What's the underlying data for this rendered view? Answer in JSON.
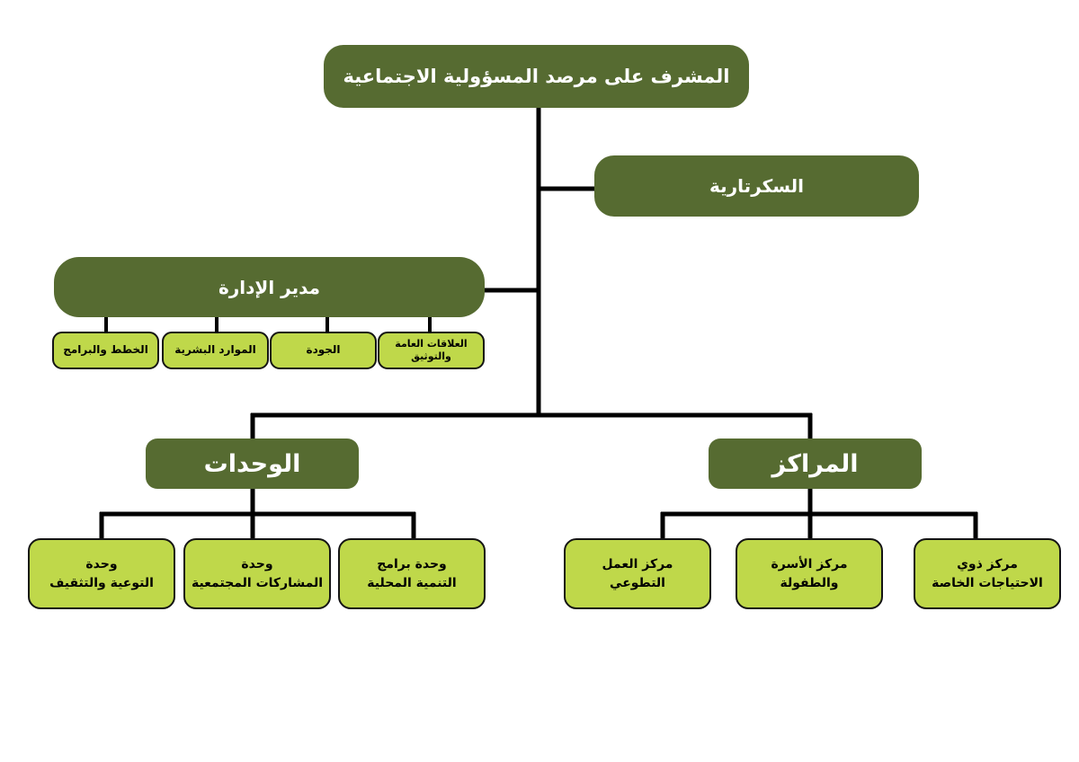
{
  "org_chart": {
    "supervisor": "المشرف على مرصد المسؤولية الاجتماعية",
    "secretariat": "السكرتارية",
    "admin_director": {
      "title": "مدير الإدارة",
      "sections": [
        {
          "lines": [
            "العلاقات العامة",
            "والتوثيق"
          ]
        },
        {
          "lines": [
            "الجودة"
          ]
        },
        {
          "lines": [
            "الموارد البشرية"
          ]
        },
        {
          "lines": [
            "الخطط والبرامج"
          ]
        }
      ]
    },
    "units": {
      "title": "الوحدات",
      "items": [
        {
          "lines": [
            "وحدة برامج",
            "التنمية المحلية"
          ]
        },
        {
          "lines": [
            "وحدة",
            "المشاركات المجتمعية"
          ]
        },
        {
          "lines": [
            "وحدة",
            "التوعية والتثقيف"
          ]
        }
      ]
    },
    "centers": {
      "title": "المراكز",
      "items": [
        {
          "lines": [
            "مركز ذوي",
            "الاحتياجات الخاصة"
          ]
        },
        {
          "lines": [
            "مركز الأسرة",
            "والطفولة"
          ]
        },
        {
          "lines": [
            "مركز العمل",
            "التطوعي"
          ]
        }
      ]
    }
  },
  "colors": {
    "dark_box": "#566b31",
    "light_box": "#bfd84a",
    "connector": "#000000"
  }
}
